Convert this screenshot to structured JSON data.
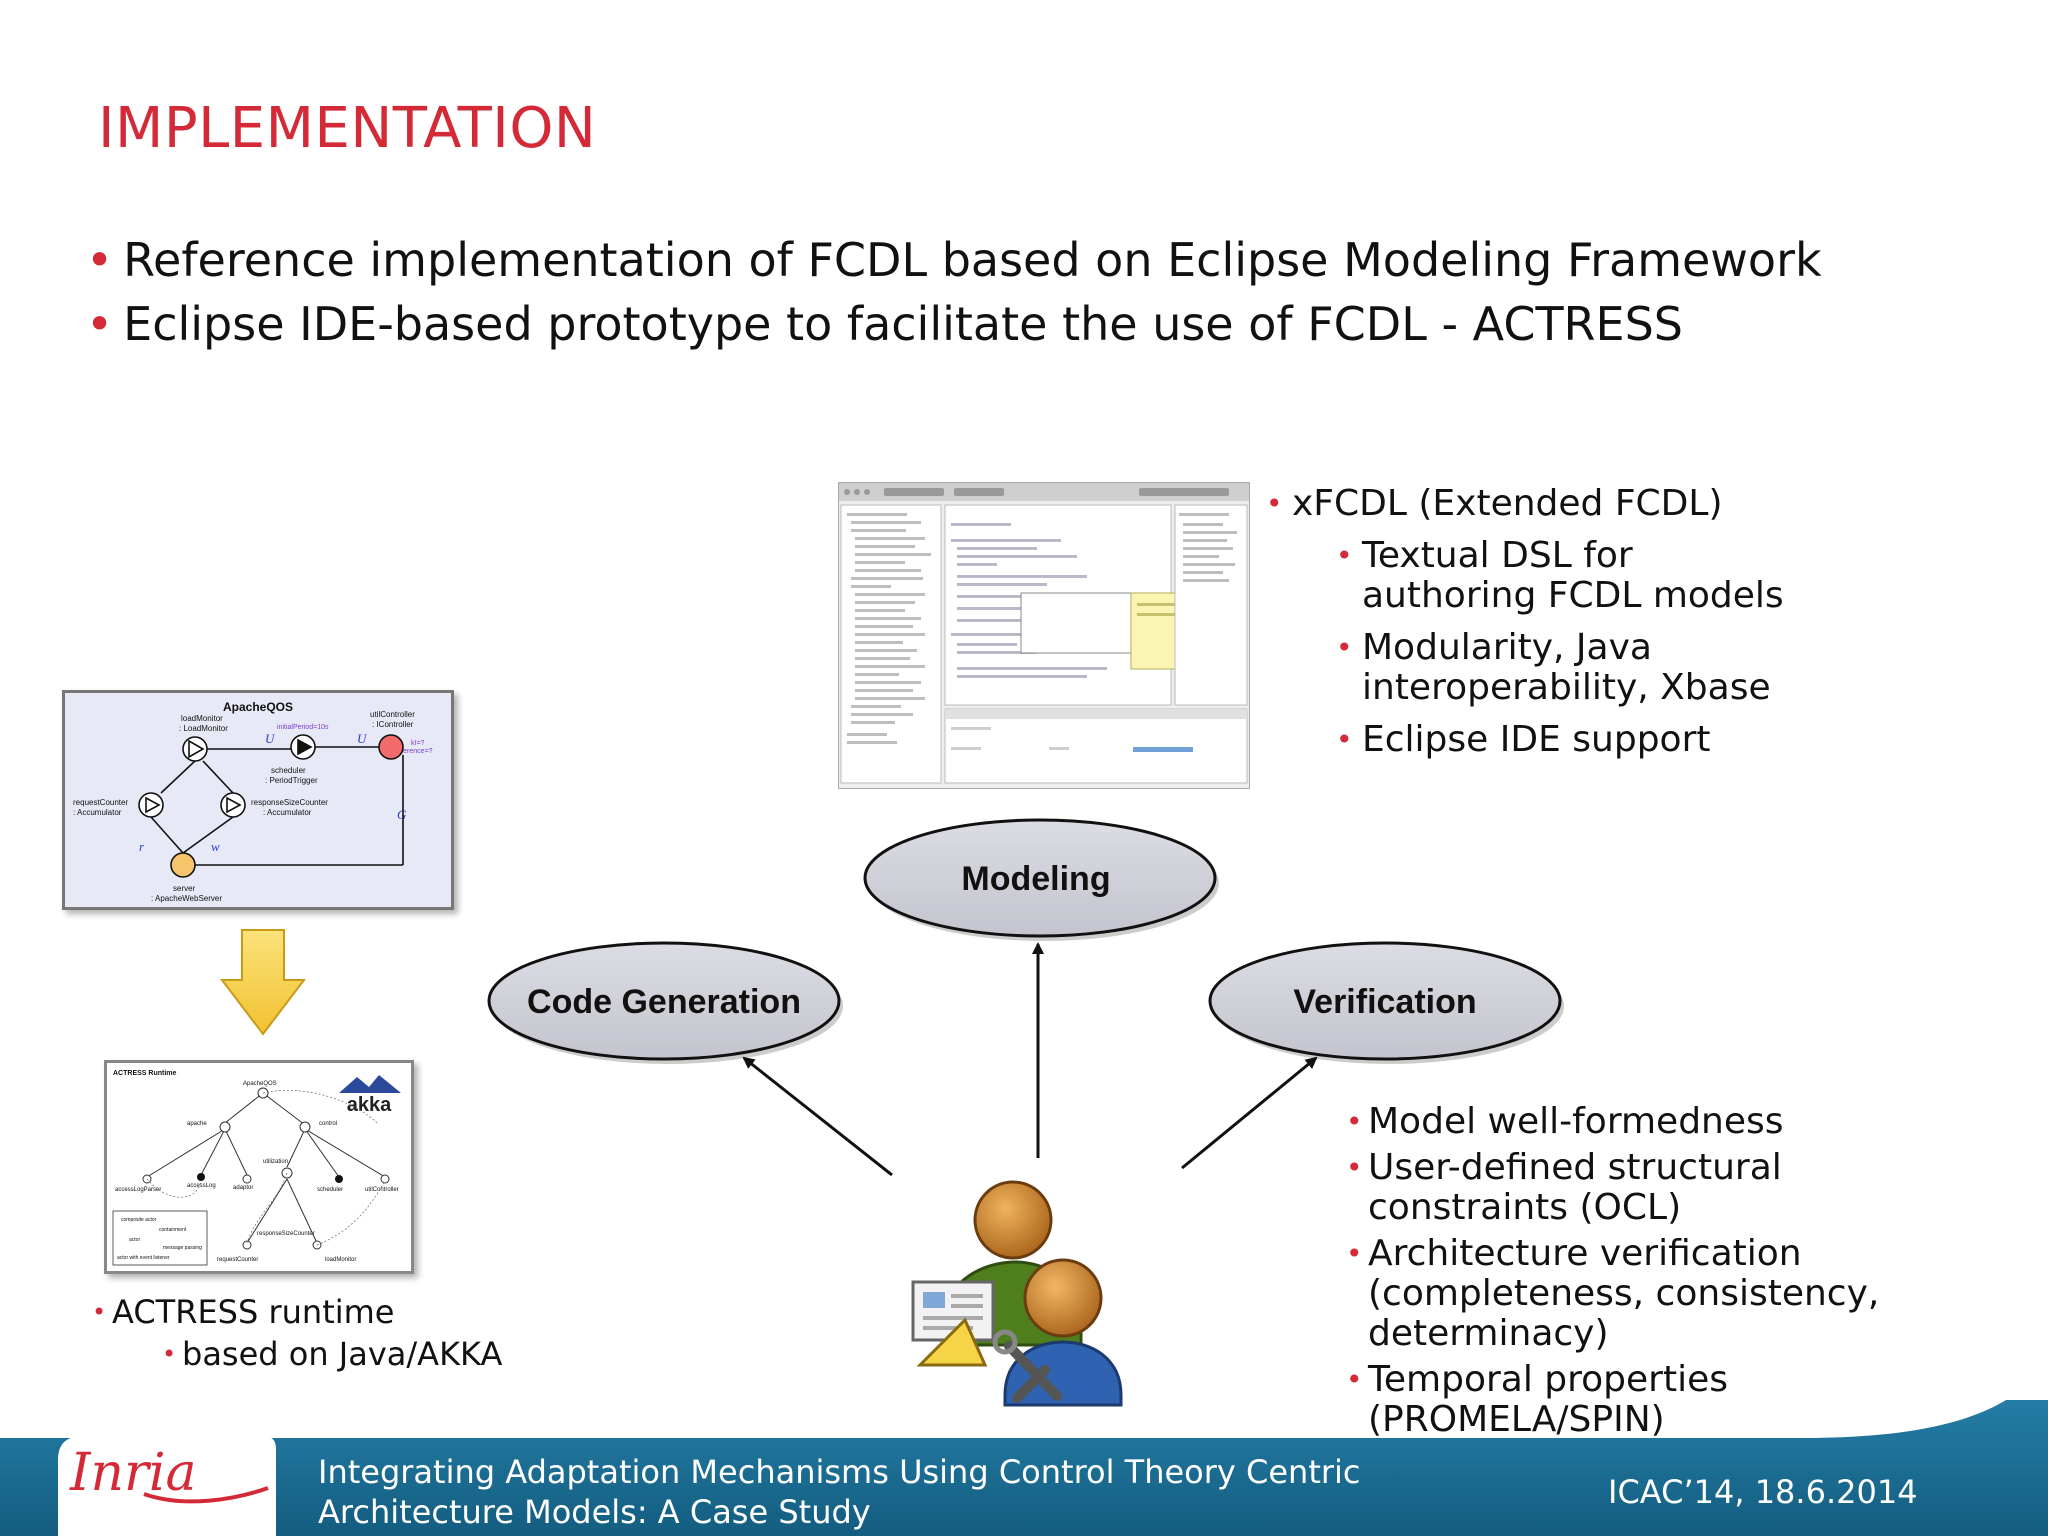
{
  "slide": {
    "title": "IMPLEMENTATION",
    "bullets": [
      "Reference implementation of FCDL based on Eclipse Modeling Framework",
      "Eclipse IDE-based prototype to facilitate the use of FCDL - ACTRESS"
    ]
  },
  "xfcdl": {
    "heading": "xFCDL (Extended FCDL)",
    "items": [
      "Textual DSL for authoring FCDL models",
      "Modularity, Java interoperability, Xbase",
      "Eclipse IDE support"
    ]
  },
  "diagram": {
    "modeling": "Modeling",
    "code_generation": "Code Generation",
    "verification": "Verification"
  },
  "verification_items": [
    "Model well-formedness",
    "User-defined structural constraints (OCL)",
    "Architecture verification (completeness, consistency, determinacy)",
    "Temporal properties (PROMELA/SPIN)"
  ],
  "runtime": {
    "heading": "ACTRESS runtime",
    "sub": "based on Java/AKKA"
  },
  "apache_diagram": {
    "title": "ApacheQOS",
    "labels": {
      "loadMonitor": "loadMonitor",
      "loadMonitor_type": ": LoadMonitor",
      "utilController": "utilController",
      "utilController_type": ": IController",
      "scheduler": "scheduler",
      "scheduler_type": ": PeriodTrigger",
      "requestCounter": "requestCounter",
      "requestCounter_type": ": Accumulator",
      "responseSizeCounter": "responseSizeCounter",
      "responseSizeCounter_type": ": Accumulator",
      "server": "server",
      "server_type": ": ApacheWebServer",
      "initialPeriod": "initialPeriod=10s",
      "kI": "kI=?",
      "reference": "reference=?",
      "U": "U",
      "G": "G",
      "r": "r",
      "w": "w"
    }
  },
  "akka_diagram": {
    "title": "ACTRESS Runtime",
    "logo": "akka",
    "nodes": [
      "ApacheQOS",
      "apache",
      "control",
      "utilization",
      "accessLogParser",
      "accessLog",
      "adaptor",
      "scheduler",
      "utilController",
      "responseSizeCounter",
      "requestCounter",
      "loadMonitor"
    ],
    "legend": [
      "composite actor",
      "containment",
      "actor",
      "message passing",
      "actor with event listener"
    ]
  },
  "footer": {
    "logo": "Inria",
    "title_line1": "Integrating Adaptation Mechanisms Using Control Theory Centric",
    "title_line2": "Architecture Models: A Case Study",
    "conference": "ICAC’14, 18.6.2014"
  },
  "colors": {
    "title": "#d42a38",
    "bullet": "#d42a38",
    "footer": "#1b6f95",
    "ellipse": "#d2d2da",
    "arrow_yellow": "#f7d348"
  }
}
